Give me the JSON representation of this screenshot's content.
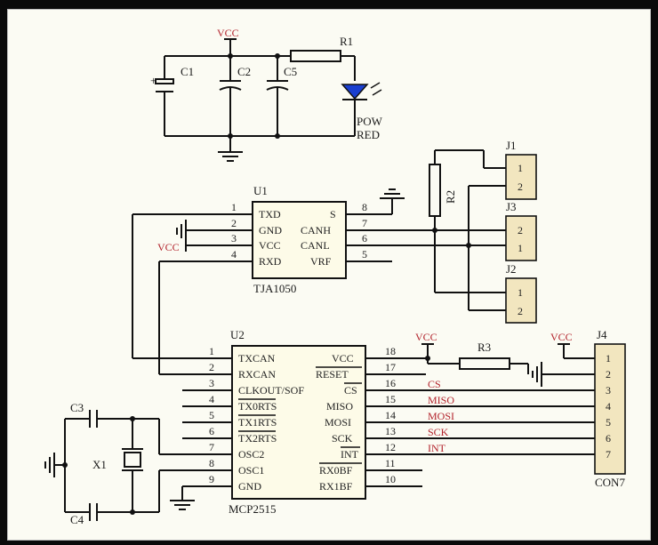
{
  "power": {
    "vcc_label": "VCC"
  },
  "components": {
    "c1": "C1",
    "c2": "C2",
    "c5": "C5",
    "r1": "R1",
    "led_line1": "POW",
    "led_line2": "RED",
    "u1_ref": "U1",
    "u1_part": "TJA1050",
    "r2": "R2",
    "j1": "J1",
    "j2": "J2",
    "j3": "J3",
    "u2_ref": "U2",
    "u2_part": "MCP2515",
    "r3": "R3",
    "j4": "J4",
    "j4_part": "CON7",
    "c3": "C3",
    "c4": "C4",
    "x1": "X1"
  },
  "u1": {
    "left_pins": [
      {
        "num": "1",
        "name": "TXD"
      },
      {
        "num": "2",
        "name": "GND"
      },
      {
        "num": "3",
        "name": "VCC"
      },
      {
        "num": "4",
        "name": "RXD"
      }
    ],
    "right_pins": [
      {
        "num": "8",
        "name": "S"
      },
      {
        "num": "7",
        "name": "CANH"
      },
      {
        "num": "6",
        "name": "CANL"
      },
      {
        "num": "5",
        "name": "VRF"
      }
    ]
  },
  "u2": {
    "left_pins": [
      {
        "num": "1",
        "name": "TXCAN"
      },
      {
        "num": "2",
        "name": "RXCAN"
      },
      {
        "num": "3",
        "name": "CLKOUT/SOF"
      },
      {
        "num": "4",
        "name": "TX0RTS"
      },
      {
        "num": "5",
        "name": "TX1RTS"
      },
      {
        "num": "6",
        "name": "TX2RTS"
      },
      {
        "num": "7",
        "name": "OSC2"
      },
      {
        "num": "8",
        "name": "OSC1"
      },
      {
        "num": "9",
        "name": "GND"
      }
    ],
    "right_pins": [
      {
        "num": "18",
        "name": "VCC"
      },
      {
        "num": "17",
        "name": "RESET"
      },
      {
        "num": "16",
        "name": "CS"
      },
      {
        "num": "15",
        "name": "MISO"
      },
      {
        "num": "14",
        "name": "MOSI"
      },
      {
        "num": "13",
        "name": "SCK"
      },
      {
        "num": "12",
        "name": "INT"
      },
      {
        "num": "11",
        "name": "RX0BF"
      },
      {
        "num": "10",
        "name": "RX1BF"
      }
    ]
  },
  "net_labels": [
    "CS",
    "MISO",
    "MOSI",
    "SCK",
    "INT"
  ],
  "connectors": {
    "j1_pins": [
      "1",
      "2"
    ],
    "j3_pins": [
      "2",
      "1"
    ],
    "j2_pins": [
      "1",
      "2"
    ],
    "j4_pins": [
      "1",
      "2",
      "3",
      "4",
      "5",
      "6",
      "7"
    ]
  }
}
